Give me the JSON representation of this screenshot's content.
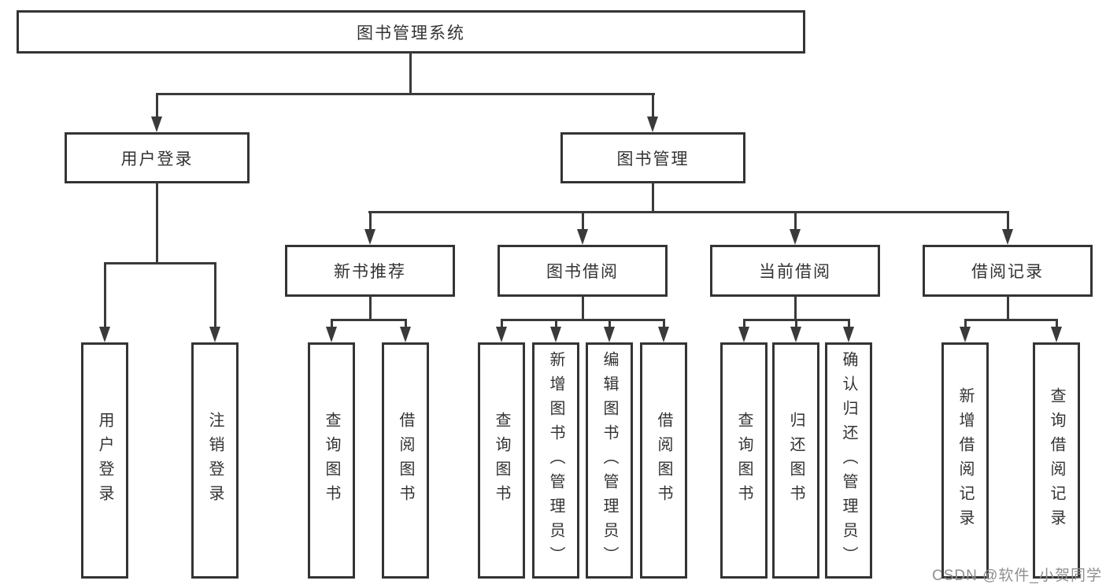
{
  "tree": {
    "root": {
      "label": "图书管理系统",
      "children": [
        {
          "label": "用户登录",
          "children": [
            {
              "label": "用户登录"
            },
            {
              "label": "注销登录"
            }
          ]
        },
        {
          "label": "图书管理",
          "children": [
            {
              "label": "新书推荐",
              "children": [
                {
                  "label": "查询图书"
                },
                {
                  "label": "借阅图书"
                }
              ]
            },
            {
              "label": "图书借阅",
              "children": [
                {
                  "label": "查询图书"
                },
                {
                  "label": "新增图书（管理员）"
                },
                {
                  "label": "编辑图书（管理员）"
                },
                {
                  "label": "借阅图书"
                }
              ]
            },
            {
              "label": "当前借阅",
              "children": [
                {
                  "label": "查询图书"
                },
                {
                  "label": "归还图书"
                },
                {
                  "label": "确认归还（管理员）"
                }
              ]
            },
            {
              "label": "借阅记录",
              "children": [
                {
                  "label": "新增借阅记录"
                },
                {
                  "label": "查询借阅记录"
                }
              ]
            }
          ]
        }
      ]
    }
  },
  "watermark": {
    "text": "CSDN @软件_小贺同学"
  },
  "colors": {
    "line": "#3a3a3a",
    "box_border": "#343434",
    "text": "#333333",
    "background": "#ffffff",
    "watermark": "#8f8f8f"
  }
}
